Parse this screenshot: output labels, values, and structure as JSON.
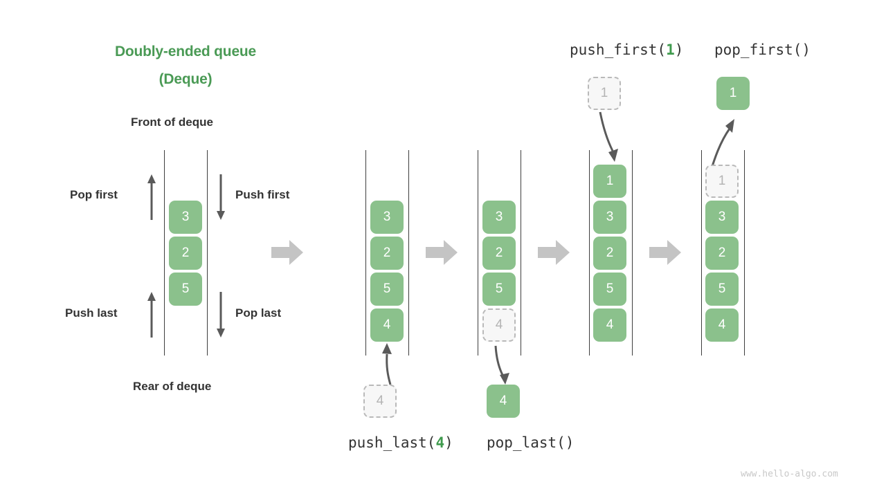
{
  "title": {
    "line1": "Doubly-ended queue",
    "line2": "(Deque)"
  },
  "labels": {
    "front": "Front of deque",
    "rear": "Rear of deque",
    "pop_first": "Pop first",
    "push_first": "Push first",
    "push_last": "Push last",
    "pop_last": "Pop last"
  },
  "operations": {
    "push_first": {
      "name": "push_first(",
      "arg": "1",
      "close": ")"
    },
    "pop_first": {
      "name": "pop_first()"
    },
    "push_last": {
      "name": "push_last(",
      "arg": "4",
      "close": ")"
    },
    "pop_last": {
      "name": "pop_last()"
    }
  },
  "colors": {
    "accent_green": "#4a9a55",
    "box_green": "#8bc18c",
    "ghost_fill": "#f7f7f7",
    "ghost_border": "#b9b9b9",
    "ghost_text": "#b4b4b4",
    "rail": "#3d3d3d",
    "arrow": "#5a5a5a",
    "step_arrow": "#c4c4c4",
    "text": "#333333",
    "watermark": "#c8c8c8"
  },
  "stages": [
    {
      "id": "initial",
      "values": [
        "3",
        "2",
        "5"
      ],
      "ghost": null
    },
    {
      "id": "push-last-before",
      "values": [
        "3",
        "2",
        "5",
        "4"
      ],
      "floating": "4",
      "floating_state": "ghost"
    },
    {
      "id": "pop-last-after",
      "values": [
        "3",
        "2",
        "5"
      ],
      "ghost": "4",
      "floating": "4",
      "floating_state": "solid"
    },
    {
      "id": "push-first-after",
      "values": [
        "1",
        "3",
        "2",
        "5",
        "4"
      ],
      "floating": "1",
      "floating_state": "ghost"
    },
    {
      "id": "pop-first-after",
      "values": [
        "3",
        "2",
        "5",
        "4"
      ],
      "ghost": "1",
      "floating": "1",
      "floating_state": "solid"
    }
  ],
  "watermark": "www.hello-algo.com"
}
